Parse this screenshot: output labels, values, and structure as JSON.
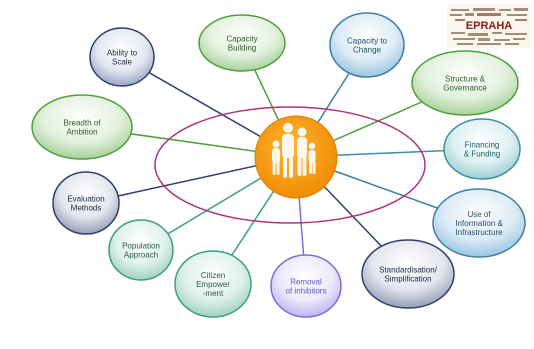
{
  "diagram": {
    "hub": {
      "icon": "family-icon"
    },
    "ring": {
      "color": "#b0307a"
    },
    "spokes": [
      {
        "id": "ability-to-scale",
        "lines": [
          "Ability to",
          "Scale"
        ],
        "color": "#2f3f6a",
        "text_color": "#1d2744"
      },
      {
        "id": "capacity-building",
        "lines": [
          "Capacity",
          "Building"
        ],
        "color": "#4f9e3e",
        "text_color": "#2e5d24"
      },
      {
        "id": "capacity-to-change",
        "lines": [
          "Capacity to",
          "Change"
        ],
        "color": "#3f7fa8",
        "text_color": "#244f6c"
      },
      {
        "id": "structure-governance",
        "lines": [
          "Structure &",
          "Governance"
        ],
        "color": "#4f9e3e",
        "text_color": "#2e5d24"
      },
      {
        "id": "financing-funding",
        "lines": [
          "Financing",
          "& Funding"
        ],
        "color": "#3f8f9f",
        "text_color": "#245f6a"
      },
      {
        "id": "use-of-information",
        "lines": [
          "Use of",
          "Information &",
          "Infrastructure"
        ],
        "color": "#3f7fa8",
        "text_color": "#244f6c"
      },
      {
        "id": "standardisation-simplification",
        "lines": [
          "Standardisation/",
          "Simplification"
        ],
        "color": "#2f3f6a",
        "text_color": "#1d2744"
      },
      {
        "id": "removal-of-inhibitors",
        "lines": [
          "Removal",
          "of inhibitors"
        ],
        "color": "#7a6fd6",
        "text_color": "#5c55c8"
      },
      {
        "id": "citizen-empowerment",
        "lines": [
          "Citizen",
          "Empower",
          "-ment"
        ],
        "color": "#3f9e7a",
        "text_color": "#245f48"
      },
      {
        "id": "population-approach",
        "lines": [
          "Population",
          "Approach"
        ],
        "color": "#3f9e7a",
        "text_color": "#245f48"
      },
      {
        "id": "evaluation-methods",
        "lines": [
          "Evaluation",
          "Methods"
        ],
        "color": "#2f3f6a",
        "text_color": "#1d2744"
      },
      {
        "id": "breadth-of-ambition",
        "lines": [
          "Breadth of",
          "Ambition"
        ],
        "color": "#4f9e3e",
        "text_color": "#2e5d24"
      }
    ]
  },
  "logo": {
    "word": "EPRAHA",
    "style": "word-cloud"
  }
}
